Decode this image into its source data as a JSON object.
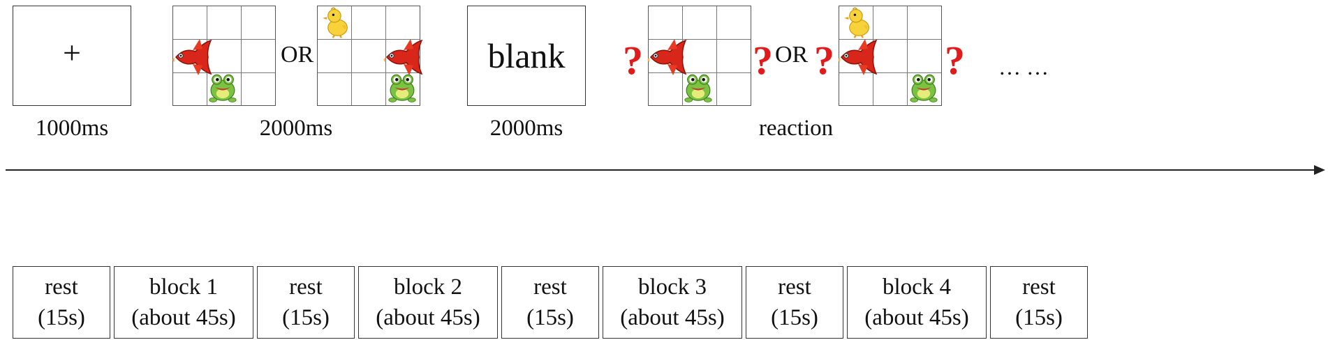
{
  "fixation": {
    "symbol": "+",
    "duration": "1000ms"
  },
  "stimulus": {
    "or_label": "OR",
    "duration": "2000ms"
  },
  "blank": {
    "label": "blank",
    "duration": "2000ms"
  },
  "reaction": {
    "label": "reaction",
    "question_mark": "?",
    "or_label": "OR",
    "ellipsis": "… …"
  },
  "blocks": [
    {
      "line1": "rest",
      "line2": "(15s)"
    },
    {
      "line1": "block 1",
      "line2": "(about 45s)"
    },
    {
      "line1": "rest",
      "line2": "(15s)"
    },
    {
      "line1": "block 2",
      "line2": "(about 45s)"
    },
    {
      "line1": "rest",
      "line2": "(15s)"
    },
    {
      "line1": "block 3",
      "line2": "(about 45s)"
    },
    {
      "line1": "rest",
      "line2": "(15s)"
    },
    {
      "line1": "block 4",
      "line2": "(about 45s)"
    },
    {
      "line1": "rest",
      "line2": "(15s)"
    }
  ],
  "icons": {
    "fish": "red-fish-icon",
    "frog": "green-frog-icon",
    "duck": "yellow-duck-icon"
  },
  "colors": {
    "question": "#e01b1b",
    "fish": "#d8261a",
    "frog": "#7cc242",
    "duck": "#f7d23a"
  }
}
